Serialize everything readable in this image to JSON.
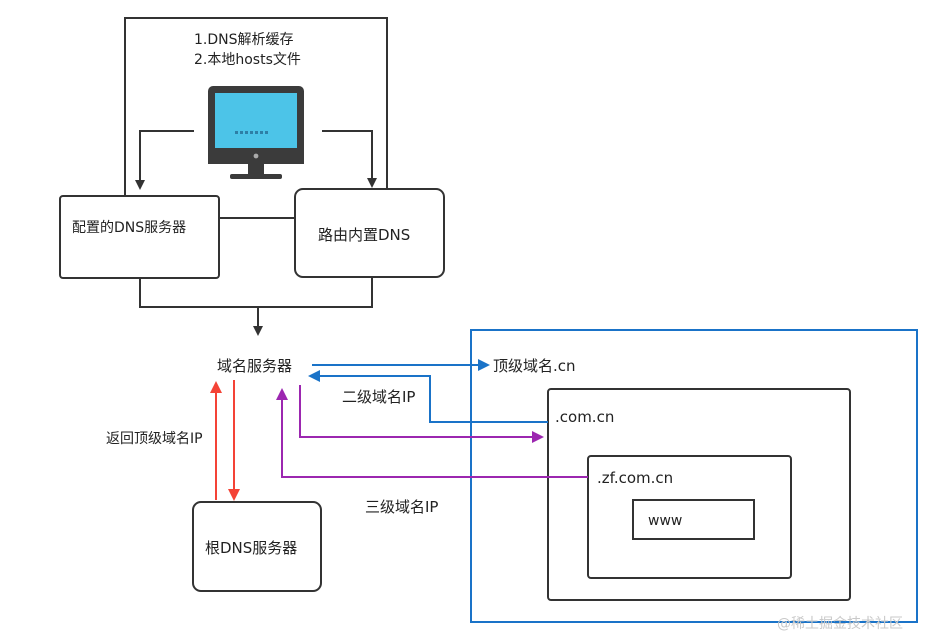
{
  "top_note": {
    "line1": "1.DNS解析缓存",
    "line2": "2.本地hosts文件"
  },
  "boxes": {
    "configured_dns": "配置的DNS服务器",
    "router_dns": "路由内置DNS",
    "root_dns": "根DNS服务器",
    "www": "www"
  },
  "labels": {
    "domain_server": "域名服务器",
    "return_tld": "返回顶级域名IP",
    "second_level_ip": "二级域名IP",
    "third_level_ip": "三级域名IP",
    "tld": "顶级域名.cn",
    "com_cn": ".com.cn",
    "zf_com_cn": ".zf.com.cn"
  },
  "watermark": "@稀土掘金技术社区",
  "colors": {
    "box_stroke": "#333333",
    "blue": "#1a73c8",
    "purple": "#9c27b0",
    "red": "#f44336",
    "monitor_screen": "#4cc4e8",
    "monitor_frame": "#333333"
  }
}
